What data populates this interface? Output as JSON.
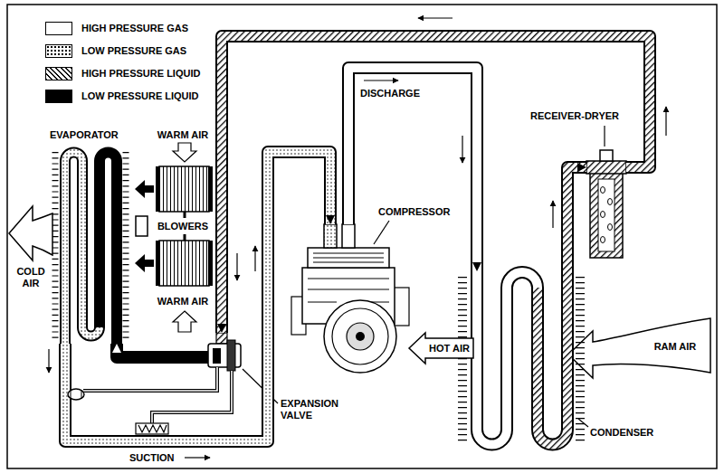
{
  "diagram": {
    "nodes": [
      {
        "text": [
          "EVAPORATOR"
        ]
      },
      {
        "text": [
          "BLOWERS"
        ]
      },
      {
        "text": [
          "COMPRESSOR"
        ]
      },
      {
        "text": [
          "RECEIVER-DRYER"
        ]
      },
      {
        "text": [
          "EXPANSION VALVE"
        ]
      },
      {
        "text": [
          "CONDENSER"
        ]
      }
    ],
    "edges": [
      {
        "from": 2,
        "to": 5,
        "label": "DISCHARGE",
        "arrow": "to"
      },
      {
        "from": 5,
        "to": 3,
        "arrow": "to"
      },
      {
        "from": 3,
        "to": 4,
        "arrow": "to"
      },
      {
        "from": 4,
        "to": 0,
        "arrow": "to"
      },
      {
        "from": 0,
        "to": 2,
        "label": "SUCTION",
        "arrow": "to"
      }
    ],
    "labels": [
      "WARM AIR",
      "WARM AIR",
      "COLD AIR",
      "HOT AIR",
      "RAM AIR"
    ],
    "legend": [
      {
        "text": "HIGH PRESSURE GAS",
        "color": "#ffffff"
      },
      {
        "text": "LOW PRESSURE GAS"
      },
      {
        "text": "HIGH PRESSURE LIQUID"
      },
      {
        "text": "LOW PRESSURE LIQUID",
        "color": "#000000"
      }
    ]
  }
}
